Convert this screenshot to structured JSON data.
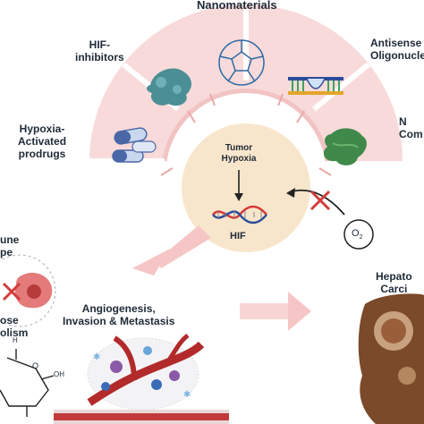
{
  "top_label": "Nanomaterials",
  "hif_inhibitors": "HIF-\ninhibitors",
  "antisense": "Antisense\nOligonucleo",
  "hypoxia_prodrugs": "Hypoxia-\nActivated\nprodrugs",
  "right_clipped": "N\nCom",
  "center": {
    "title": "Tumor\nHypoxia",
    "hif": "HIF"
  },
  "oxygen_symbol": "O",
  "oxygen_subscript": "2",
  "left_clipped_1": "une\npe",
  "left_clipped_2": "ose\nolism",
  "angiogenesis": "Angiogenesis,\nInvasion & Metastasis",
  "hepatoc": "Hepato\nCarci",
  "sugar_h": "H",
  "sugar_oh": "OH",
  "sugar_o": "O",
  "colors": {
    "arc_band": "#f8dada",
    "arc_divider": "#ffffff",
    "center_circle": "#f8e6cc",
    "arrow_pink": "#f6c6c6",
    "cross_red": "#d23c3c",
    "dna_red": "#d93636",
    "dna_blue": "#2b4c9b",
    "protein_teal": "#4b8f96",
    "fullerene_blue": "#2e6aa6",
    "leaf_green": "#3f8a4a"
  }
}
